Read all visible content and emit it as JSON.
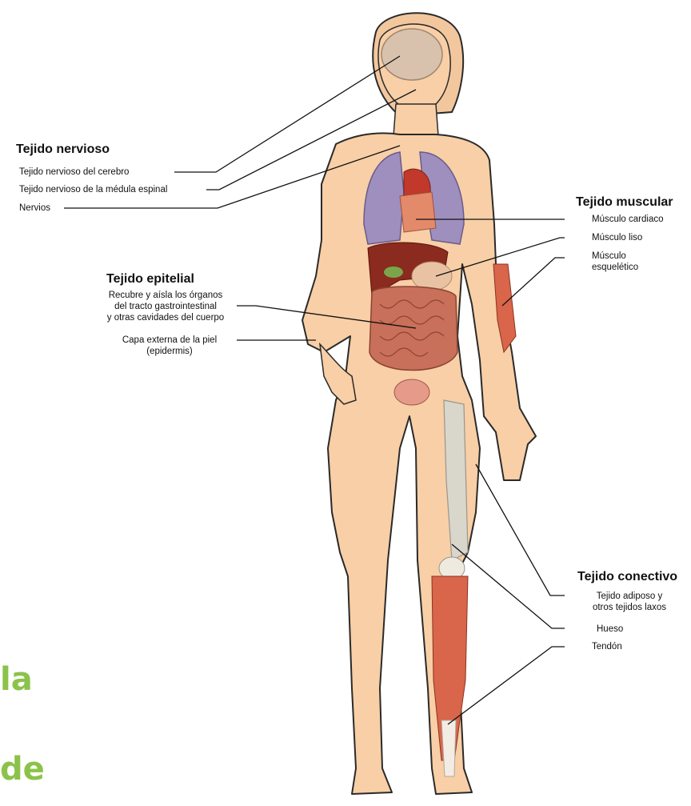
{
  "nervous": {
    "heading": "Tejido nervioso",
    "brain": "Tejido nervioso del cerebro",
    "spinal": "Tejido nervioso de la médula espinal",
    "nerves": "Nervios"
  },
  "epithelial": {
    "heading": "Tejido epitelial",
    "gi_line1": "Recubre y aísla los órganos",
    "gi_line2": "del tracto gastrointestinal",
    "gi_line3": "y otras cavidades del cuerpo",
    "skin_line1": "Capa externa de la piel",
    "skin_line2": "(epidermis)"
  },
  "muscular": {
    "heading": "Tejido muscular",
    "cardiac": "Músculo cardiaco",
    "smooth": "Músculo liso",
    "skeletal_line1": "Músculo",
    "skeletal_line2": "esquelético"
  },
  "connective": {
    "heading": "Tejido conectivo",
    "adipose_line1": "Tejido adiposo y",
    "adipose_line2": "otros tejidos laxos",
    "bone": "Hueso",
    "tendon": "Tendón"
  },
  "fragments": {
    "upper": "la",
    "lower": "de"
  },
  "colors": {
    "skin": "#f8cfa6",
    "outline": "#2a2a2a",
    "lung": "#9f8fbf",
    "liver": "#8b2a1e",
    "intestine": "#c9705a",
    "muscle": "#d9654a",
    "bone": "#d9d6cc",
    "brain": "#d8c2ae",
    "accent_green": "#8bc34a"
  }
}
